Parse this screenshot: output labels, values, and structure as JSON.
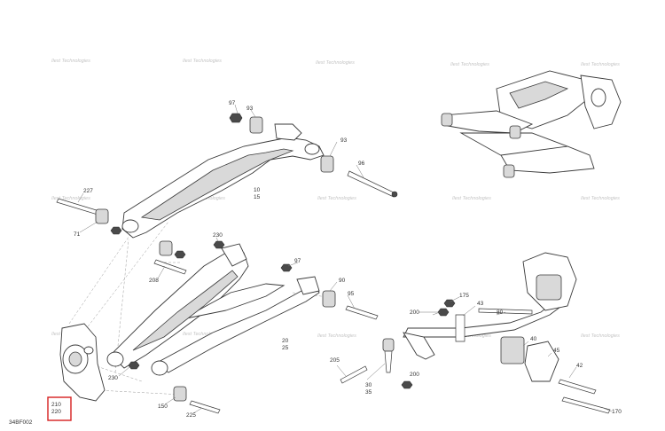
{
  "diagram": {
    "code": "34BF002",
    "watermark": "Ilest Technologies",
    "highlight": {
      "line1": "210",
      "line2": "220",
      "color": "#d62020"
    },
    "callouts": [
      "97",
      "93",
      "93",
      "96",
      "227",
      "10",
      "15",
      "71",
      "230",
      "208",
      "97",
      "90",
      "95",
      "20",
      "25",
      "230",
      "150",
      "225",
      "175",
      "200",
      "43",
      "80",
      "40",
      "45",
      "205",
      "30",
      "35",
      "200",
      "42",
      "170"
    ]
  }
}
